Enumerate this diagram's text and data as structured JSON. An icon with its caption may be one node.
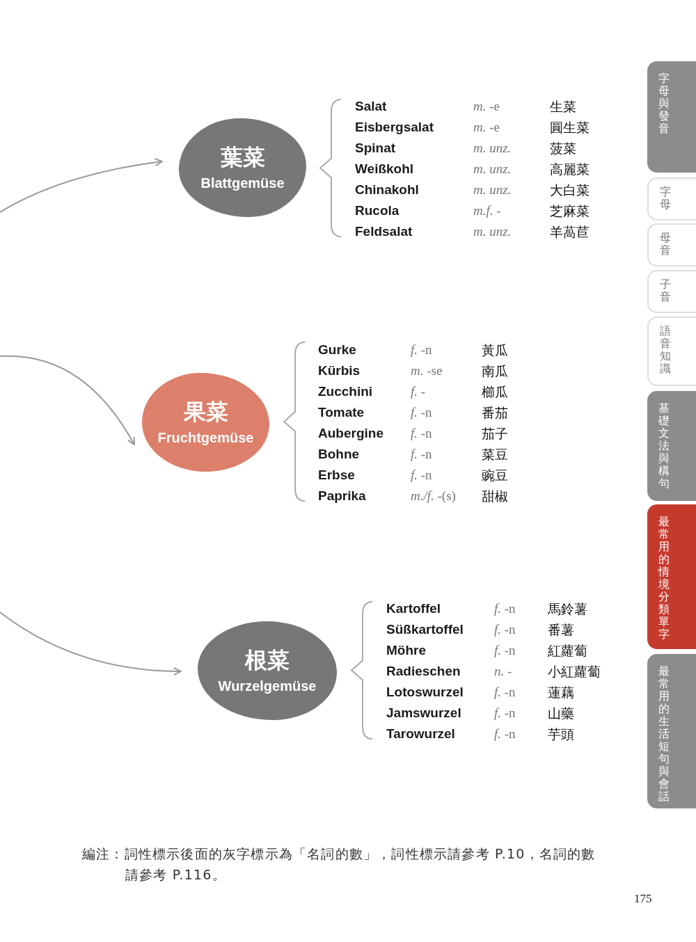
{
  "diagram": {
    "nodes": [
      {
        "text": [
          "葉菜",
          "Blattgemüse"
        ]
      },
      {
        "text": [
          "果菜",
          "Fruchtgemüse"
        ]
      },
      {
        "text": [
          "根菜",
          "Wurzelgemüse"
        ]
      },
      {
        "text": [
          "字母與發音"
        ]
      },
      {
        "text": [
          "字母"
        ]
      },
      {
        "text": [
          "母音"
        ]
      },
      {
        "text": [
          "子音"
        ]
      },
      {
        "text": [
          "語音知識"
        ]
      },
      {
        "text": [
          "基礎文法與構句"
        ]
      },
      {
        "text": [
          "最常用的情境分類單字"
        ]
      },
      {
        "text": [
          "最常用的生活短句與會話"
        ]
      }
    ],
    "edges": [
      {
        "from": null,
        "to": 0,
        "arrow": "to"
      },
      {
        "from": null,
        "to": 1,
        "arrow": "to"
      },
      {
        "from": null,
        "to": 2,
        "arrow": "to"
      }
    ],
    "labels": [
      "Salat",
      "*m.* -e",
      "生菜",
      "Eisbergsalat",
      "*m.* -e",
      "圓生菜",
      "Spinat",
      "*m. unz.*",
      "菠菜",
      "Weißkohl",
      "*m. unz.*",
      "高麗菜",
      "Chinakohl",
      "*m. unz.*",
      "大白菜",
      "Rucola",
      "*m.f.* -",
      "芝麻菜",
      "Feldsalat",
      "*m. unz.*",
      "羊萵苣",
      "Gurke",
      "*f.* -n",
      "黃瓜",
      "Kürbis",
      "*m.* -se",
      "南瓜",
      "Zucchini",
      "*f.* -",
      "櫛瓜",
      "Tomate",
      "*f.* -n",
      "番茄",
      "Aubergine",
      "*f.* -n",
      "茄子",
      "Bohne",
      "*f.* -n",
      "菜豆",
      "Erbse",
      "*f.* -n",
      "豌豆",
      "Paprika",
      "*m./f.* -(s)",
      "甜椒",
      "Kartoffel",
      "*f.* -n",
      "馬鈴薯",
      "Süßkartoffel",
      "*f.* -n",
      "番薯",
      "Möhre",
      "*f.* -n",
      "紅蘿蔔",
      "Radieschen",
      "*n.* -",
      "小紅蘿蔔",
      "Lotoswurzel",
      "*f.* -n",
      "蓮藕",
      "Jamswurzel",
      "*f.* -n",
      "山藥",
      "Tarowurzel",
      "*f.* -n",
      "芋頭",
      "編注：詞性標示後面的灰字標示為「名詞的數」，詞性標示請參考 P.10，名詞的數請參考 P.116。",
      "175"
    ]
  }
}
